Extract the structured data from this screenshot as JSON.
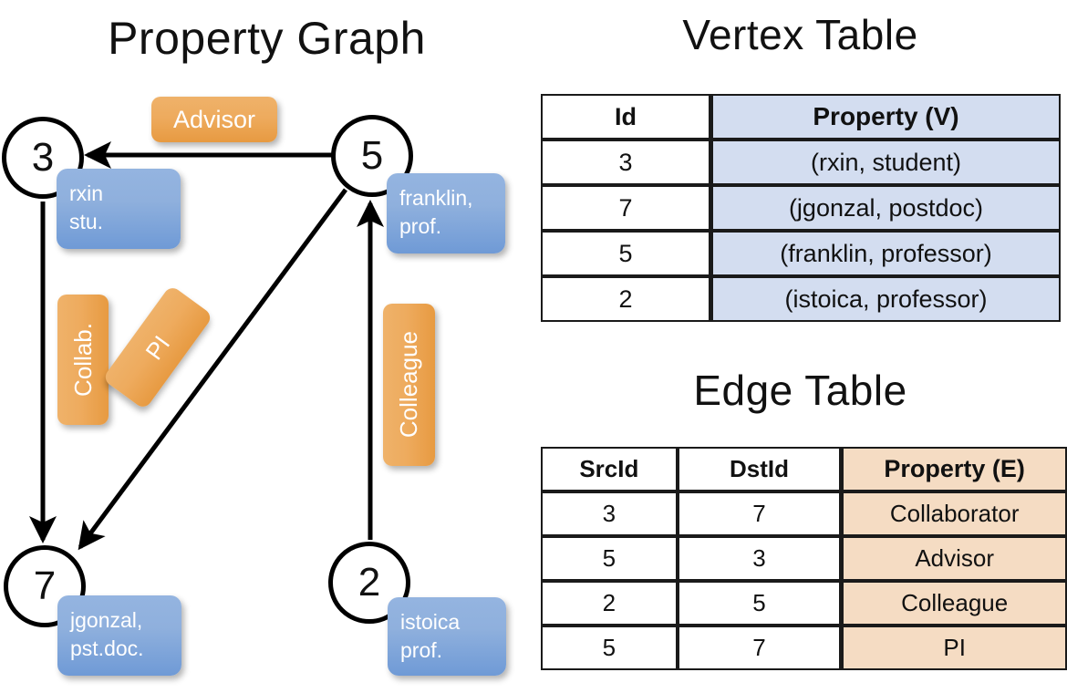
{
  "titles": {
    "property_graph": "Property Graph",
    "vertex_table": "Vertex Table",
    "edge_table": "Edge Table"
  },
  "graph": {
    "vertices": [
      {
        "id": "3",
        "property": "rxin\nstu."
      },
      {
        "id": "5",
        "property": "franklin,\nprof."
      },
      {
        "id": "7",
        "property": "jgonzal,\npst.doc."
      },
      {
        "id": "2",
        "property": "istoica\nprof."
      }
    ],
    "edge_labels": [
      {
        "name": "advisor",
        "text": "Advisor"
      },
      {
        "name": "collab",
        "text": "Collab."
      },
      {
        "name": "pi",
        "text": "PI"
      },
      {
        "name": "colleague",
        "text": "Colleague"
      }
    ],
    "edges": [
      {
        "from": "5",
        "to": "3",
        "label": "Advisor"
      },
      {
        "from": "3",
        "to": "7",
        "label": "Collab."
      },
      {
        "from": "5",
        "to": "7",
        "label": "PI"
      },
      {
        "from": "2",
        "to": "5",
        "label": "Colleague"
      }
    ]
  },
  "vertex_table": {
    "headers": [
      "Id",
      "Property (V)"
    ],
    "rows": [
      [
        "3",
        "(rxin, student)"
      ],
      [
        "7",
        "(jgonzal, postdoc)"
      ],
      [
        "5",
        "(franklin, professor)"
      ],
      [
        "2",
        "(istoica, professor)"
      ]
    ]
  },
  "edge_table": {
    "headers": [
      "SrcId",
      "DstId",
      "Property (E)"
    ],
    "rows": [
      [
        "3",
        "7",
        "Collaborator"
      ],
      [
        "5",
        "3",
        "Advisor"
      ],
      [
        "2",
        "5",
        "Colleague"
      ],
      [
        "5",
        "7",
        "PI"
      ]
    ]
  },
  "colors": {
    "vertex_property_fill": "#8fb0dd",
    "edge_label_fill": "#eeab5e",
    "vertex_table_property_fill": "#d3ddf0",
    "edge_table_property_fill": "#f5dcc3",
    "stroke": "#000000",
    "background": "#ffffff"
  }
}
